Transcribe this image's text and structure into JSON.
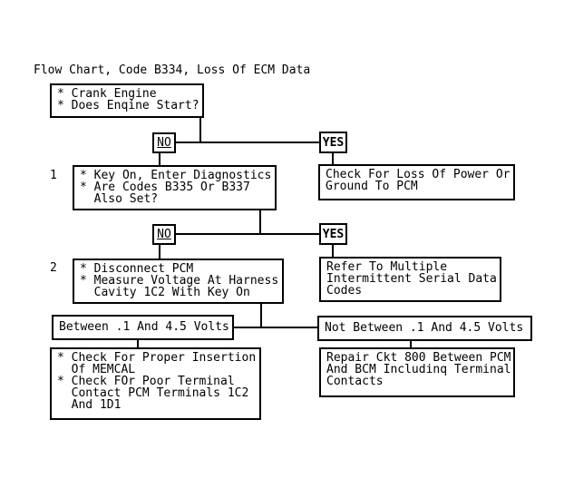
{
  "title": "Flow Chart, Code B334, Loss Of ECM Data",
  "colors": {
    "background": "#ffffff",
    "line": "#000000",
    "text": "#000000"
  },
  "nodes": {
    "crank_engine": {
      "lines": [
        "* Crank Engine",
        "* Does Enqine Start?"
      ]
    },
    "decision_1_no": {
      "label": "NO"
    },
    "decision_1_yes": {
      "label": "YES"
    },
    "step_1": {
      "number": "1",
      "lines": [
        "* Key On, Enter Diagnostics",
        "* Are Codes B335 Or B337",
        "  Also Set?"
      ]
    },
    "check_power": {
      "lines": [
        "Check For Loss Of Power Or",
        "Ground To PCM"
      ]
    },
    "decision_2_no": {
      "label": "NO"
    },
    "decision_2_yes": {
      "label": "YES"
    },
    "step_2": {
      "number": "2",
      "lines": [
        "* Disconnect PCM",
        "* Measure Voltage At Harness",
        "  Cavity 1C2 With Key On"
      ]
    },
    "refer_serial": {
      "lines": [
        "Refer To Multiple",
        "Intermittent Serial Data",
        "Codes"
      ]
    },
    "between_volts": {
      "lines": [
        "Between .1 And 4.5 Volts"
      ]
    },
    "not_between_volts": {
      "lines": [
        "Not Between .1 And 4.5 Volts"
      ]
    },
    "check_memcal": {
      "lines": [
        "* Check For Proper Insertion",
        "  Of MEMCAL",
        "* Check FOr Poor Terminal",
        "  Contact PCM Terminals 1C2",
        "  And 1D1"
      ]
    },
    "repair_ckt": {
      "lines": [
        "Repair Ckt 800 Between PCM",
        "And BCM Includinq Terminal",
        "Contacts"
      ]
    }
  }
}
